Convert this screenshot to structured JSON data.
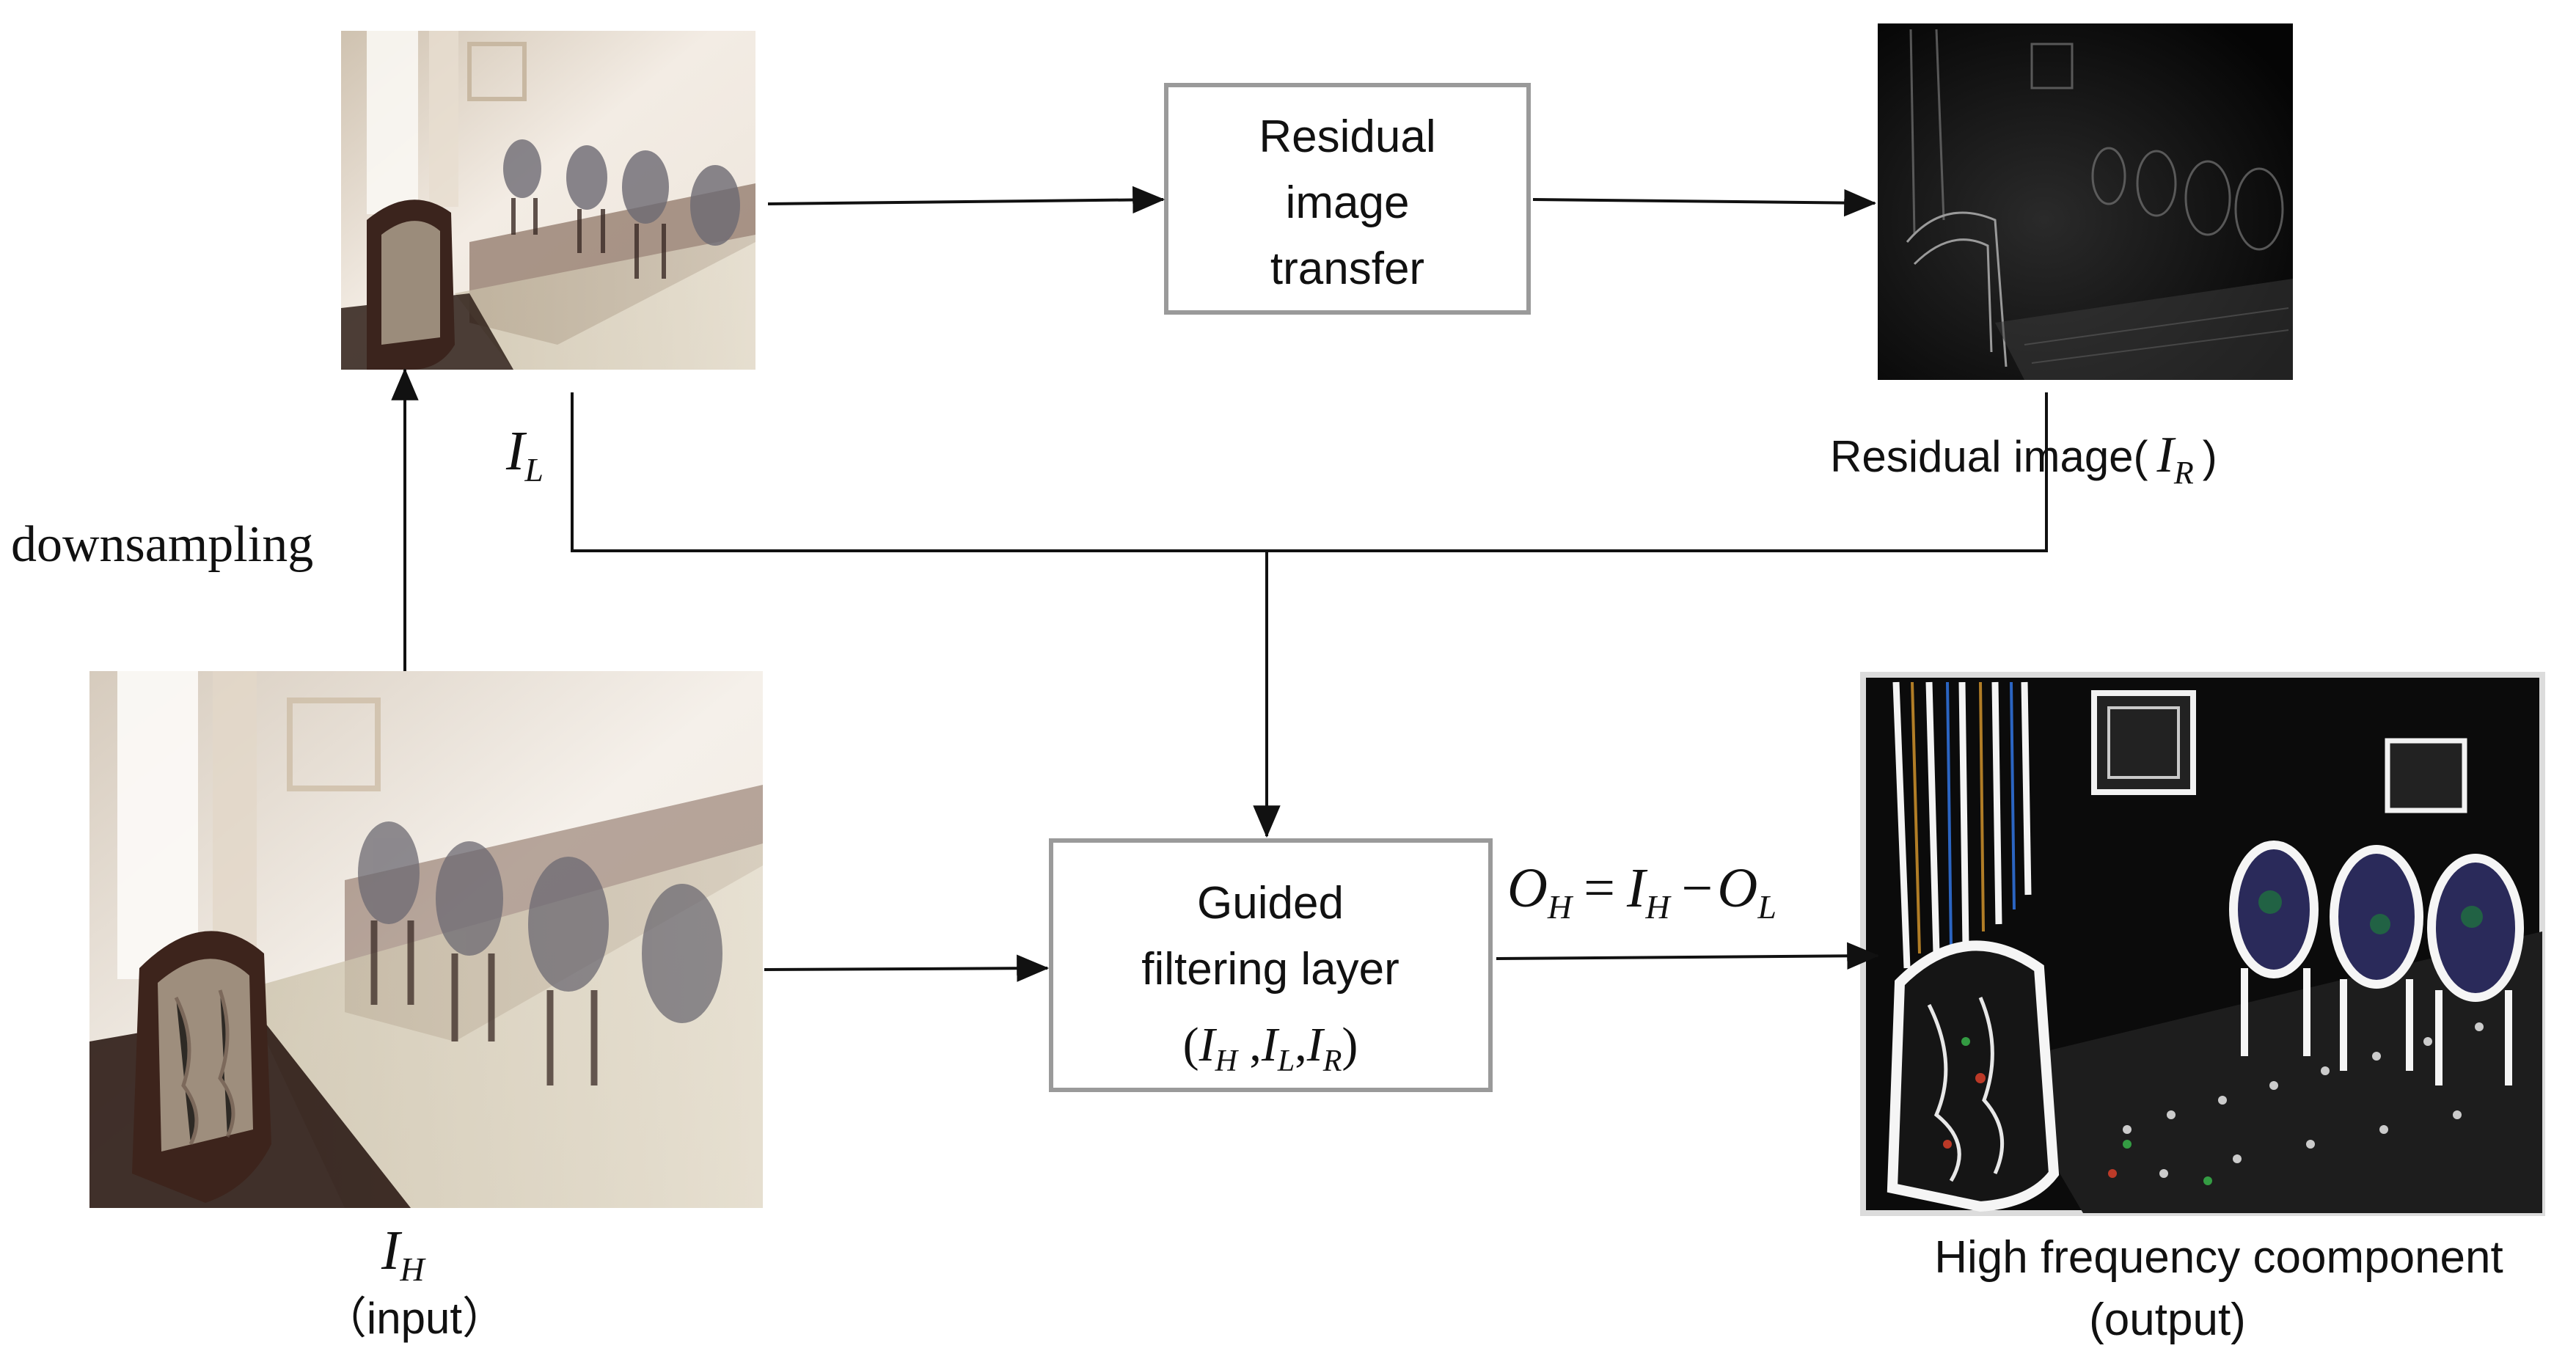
{
  "nodes": {
    "residual_transfer": {
      "lines": [
        "Residual",
        "image",
        "transfer"
      ]
    },
    "guided_filter": {
      "lines": [
        "Guided",
        "filtering layer"
      ],
      "args": [
        "H",
        "L",
        "R"
      ]
    }
  },
  "labels": {
    "downsampling": "downsampling",
    "I_L": {
      "base": "I",
      "sub": "L"
    },
    "I_H": {
      "base": "I",
      "sub": "H"
    },
    "input": "（input）",
    "residual_prefix": "Residual image(",
    "residual_var": {
      "base": "I",
      "sub": "R"
    },
    "residual_suffix": ")",
    "equation": {
      "lhs": "O",
      "lhs_sub": "H",
      "eq": "=",
      "a": "I",
      "a_sub": "H",
      "minus": "−",
      "b": "O",
      "b_sub": "L"
    },
    "output_line1": "High frequency coomponent",
    "output_line2": "(output)"
  },
  "images": {
    "hazy_low": "hazy-dining-room-lowres",
    "hazy_input": "hazy-dining-room-input",
    "residual": "residual-image",
    "high_freq": "high-frequency-component"
  },
  "colors": {
    "stroke": "#111111",
    "box_border": "#9a9a9a",
    "background": "#ffffff"
  }
}
